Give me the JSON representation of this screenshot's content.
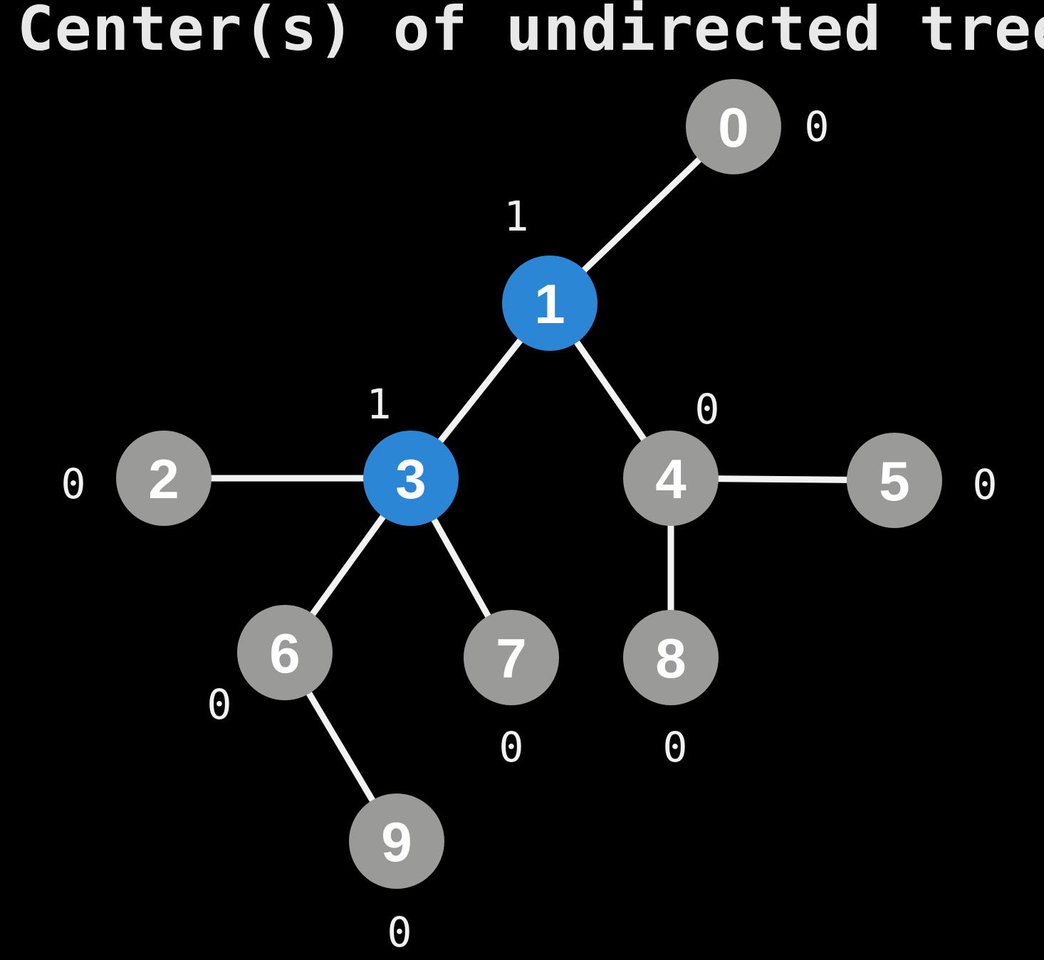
{
  "title": "Center(s) of undirected tree",
  "colors": {
    "background": "#000000",
    "edge": "#f2f2f2",
    "node_default": "#9a9b99",
    "node_center": "#2b86d6",
    "node_text": "#ffffff",
    "degree_text": "#f2f2f2"
  },
  "nodes": [
    {
      "id": "0",
      "label": "0",
      "degree_label": "0",
      "center": false
    },
    {
      "id": "1",
      "label": "1",
      "degree_label": "1",
      "center": true
    },
    {
      "id": "2",
      "label": "2",
      "degree_label": "0",
      "center": false
    },
    {
      "id": "3",
      "label": "3",
      "degree_label": "1",
      "center": true
    },
    {
      "id": "4",
      "label": "4",
      "degree_label": "0",
      "center": false
    },
    {
      "id": "5",
      "label": "5",
      "degree_label": "0",
      "center": false
    },
    {
      "id": "6",
      "label": "6",
      "degree_label": "0",
      "center": false
    },
    {
      "id": "7",
      "label": "7",
      "degree_label": "0",
      "center": false
    },
    {
      "id": "8",
      "label": "8",
      "degree_label": "0",
      "center": false
    },
    {
      "id": "9",
      "label": "9",
      "degree_label": "0",
      "center": false
    }
  ],
  "edges": [
    [
      "0",
      "1"
    ],
    [
      "1",
      "3"
    ],
    [
      "1",
      "4"
    ],
    [
      "2",
      "3"
    ],
    [
      "3",
      "6"
    ],
    [
      "3",
      "7"
    ],
    [
      "4",
      "5"
    ],
    [
      "4",
      "8"
    ],
    [
      "6",
      "9"
    ]
  ]
}
